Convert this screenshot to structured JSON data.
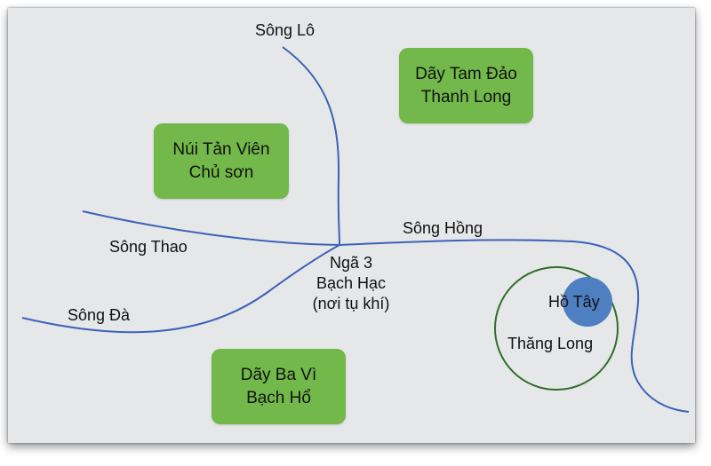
{
  "boxes": {
    "tam_dao": {
      "line1": "Dãy Tam Đảo",
      "line2": "Thanh Long"
    },
    "tan_vien": {
      "line1": "Núi Tản Viên",
      "line2": "Chủ sơn"
    },
    "ba_vi": {
      "line1": "Dãy Ba Vì",
      "line2": "Bạch Hổ"
    }
  },
  "rivers": {
    "song_lo": "Sông Lô",
    "song_hong": "Sông Hồng",
    "song_thao": "Sông Thao",
    "song_da": "Sông Đà"
  },
  "confluence": {
    "line1": "Ngã 3",
    "line2": "Bạch Hạc",
    "line3": "(nơi tụ khí)"
  },
  "places": {
    "ho_tay": "Hồ Tây",
    "thang_long": "Thăng Long"
  },
  "colors": {
    "background": "#e6e7e9",
    "box_fill": "#72b84a",
    "river": "#3a63b8",
    "circle_outline": "#2f6e2a",
    "lake_fill": "#4d7fc1"
  }
}
